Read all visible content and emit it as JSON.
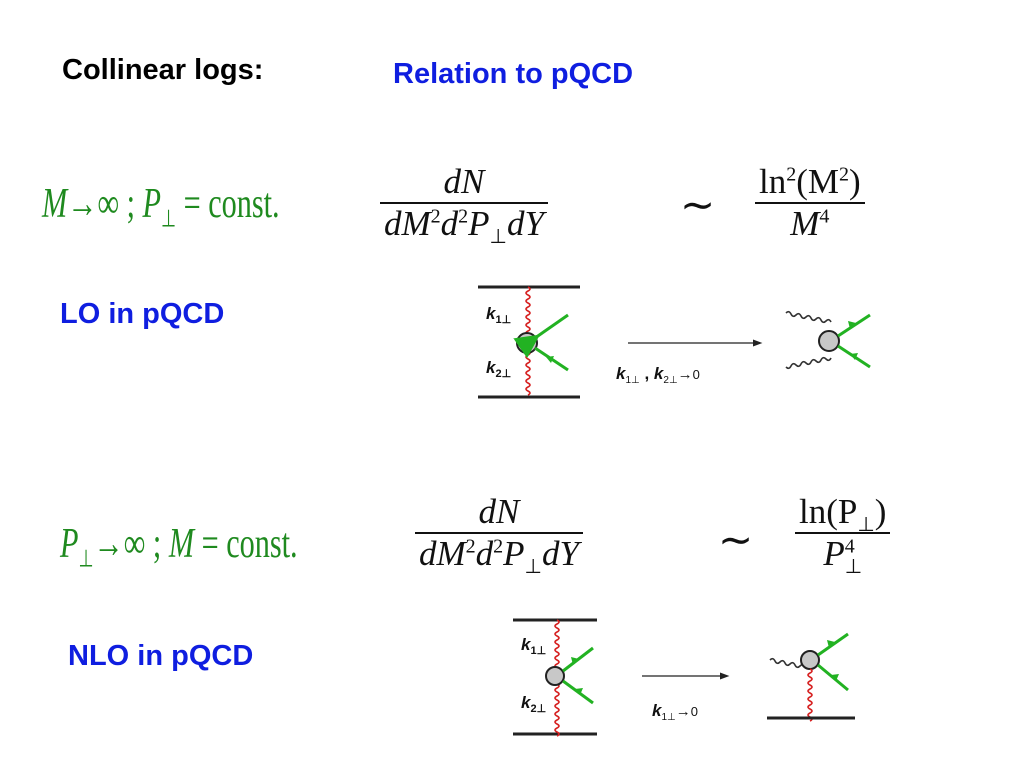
{
  "header": {
    "left_title": "Collinear logs:",
    "right_title": "Relation to pQCD"
  },
  "row1": {
    "condition": {
      "var1": "M",
      "arrow": "→",
      "inf": "∞",
      "sep": " ; ",
      "var2": "P",
      "perp": "⊥",
      "eq": " = ",
      "rhs": "const."
    },
    "lhs": {
      "num": "dN",
      "den_parts": [
        "dM",
        "2",
        "d",
        "2",
        "P",
        "⊥",
        "dY"
      ]
    },
    "sim": "∼",
    "rhs": {
      "num_fn": "ln",
      "num_exp": "2",
      "num_arg": "(M",
      "num_arg_exp": "2",
      "num_close": ")",
      "den_var": "M",
      "den_exp": "4"
    }
  },
  "row2": {
    "condition": {
      "var1": "P",
      "perp": "⊥",
      "arrow": "→",
      "inf": "∞",
      "sep": " ; ",
      "var2": "M",
      "eq": " = ",
      "rhs": "const."
    },
    "lhs": {
      "num": "dN",
      "den_parts": [
        "dM",
        "2",
        "d",
        "2",
        "P",
        "⊥",
        "dY"
      ]
    },
    "sim": "∼",
    "rhs": {
      "num_fn": "ln",
      "num_arg": "(P",
      "num_perp": "⊥",
      "num_close": ")",
      "den_var": "P",
      "den_exp": "4",
      "den_perp": "⊥"
    }
  },
  "lo": {
    "label": "LO in pQCD",
    "k1": "k",
    "k1_sub": "1⊥",
    "k2": "k",
    "k2_sub": "2⊥",
    "limit_k1": "k",
    "limit_k1_sub": "1⊥",
    "limit_comma": " , ",
    "limit_k2": "k",
    "limit_k2_sub": "2⊥",
    "limit_arrow": "→",
    "limit_zero": "0"
  },
  "nlo": {
    "label": "NLO in pQCD",
    "k1": "k",
    "k1_sub": "1⊥",
    "k2": "k",
    "k2_sub": "2⊥",
    "limit_k1": "k",
    "limit_k1_sub": "1⊥",
    "limit_arrow": "→",
    "limit_zero": "0"
  },
  "colors": {
    "header_black": "#000000",
    "header_blue": "#0f1ee0",
    "condition_green": "#1f8a1f",
    "gluon_red": "#d62020",
    "arrow_green": "#22b222",
    "blob_gray": "#c8c8c8"
  }
}
